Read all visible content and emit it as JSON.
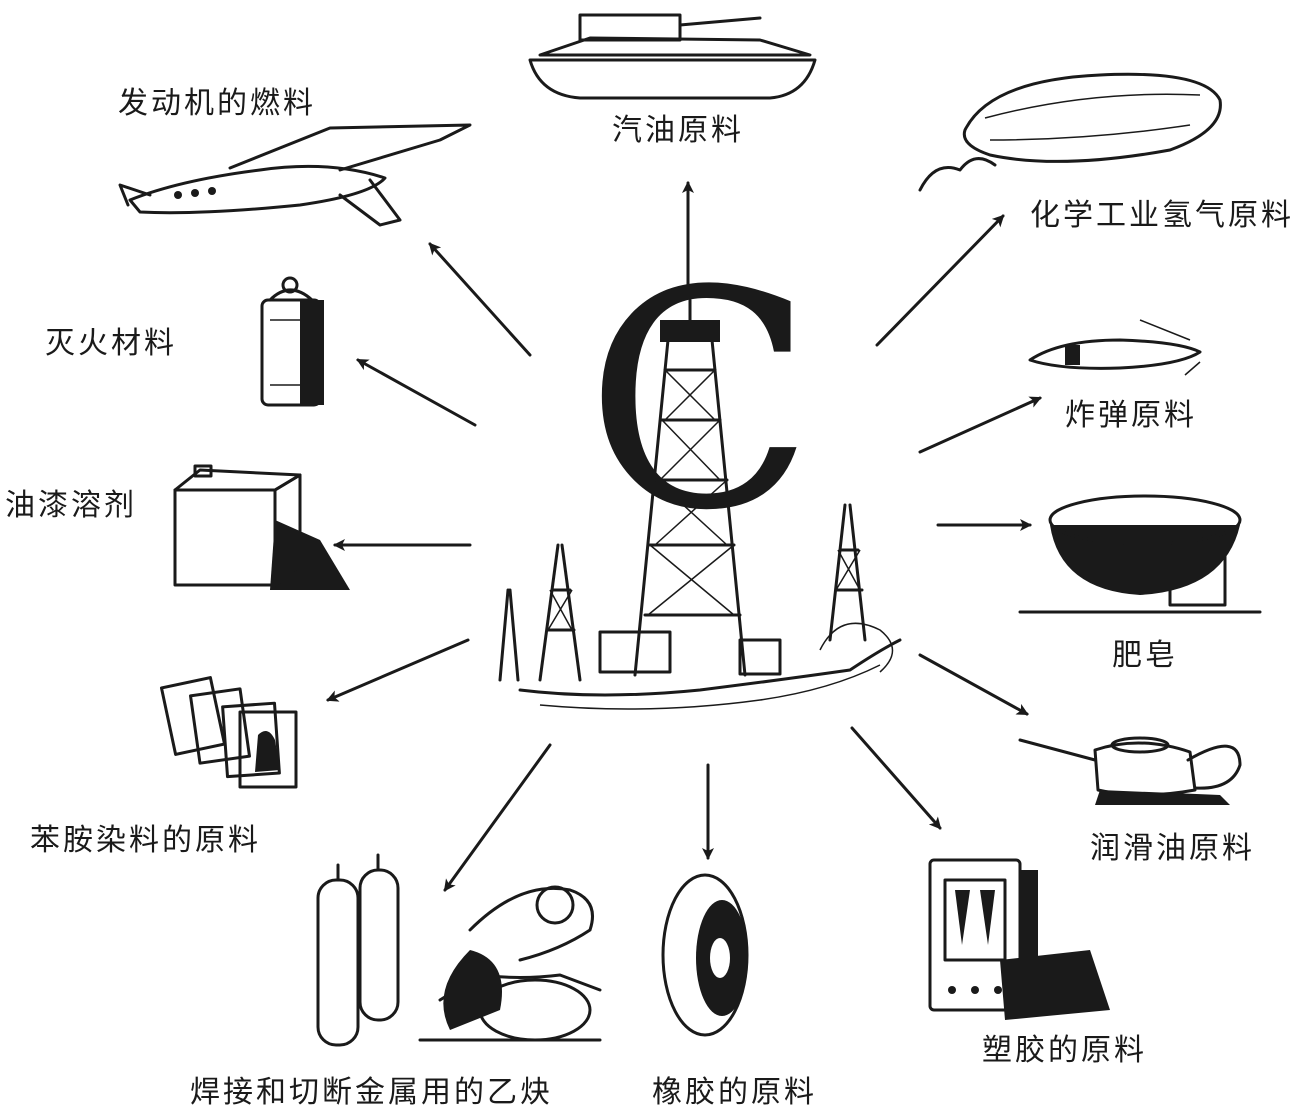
{
  "center": {
    "symbol": "C"
  },
  "products": [
    {
      "id": "engine_fuel",
      "label": "发动机的燃料",
      "icon": "airplane-icon"
    },
    {
      "id": "gasoline",
      "label": "汽油原料",
      "icon": "tank-icon"
    },
    {
      "id": "hydrogen",
      "label": "化学工业氢气原料",
      "icon": "airship-icon"
    },
    {
      "id": "fire",
      "label": "灭火材料",
      "icon": "fire-extinguisher-icon"
    },
    {
      "id": "bomb",
      "label": "炸弹原料",
      "icon": "bomb-icon"
    },
    {
      "id": "paint_solvent",
      "label": "油漆溶剂",
      "icon": "canister-icon"
    },
    {
      "id": "soap",
      "label": "肥皂",
      "icon": "soap-bowl-icon"
    },
    {
      "id": "aniline_dye",
      "label": "苯胺染料的原料",
      "icon": "photo-prints-icon"
    },
    {
      "id": "lubricant",
      "label": "润滑油原料",
      "icon": "oil-can-icon"
    },
    {
      "id": "acetylene",
      "label": "焊接和切断金属用的乙炔",
      "icon": "welder-icon"
    },
    {
      "id": "rubber",
      "label": "橡胶的原料",
      "icon": "tire-icon"
    },
    {
      "id": "plastic",
      "label": "塑胶的原料",
      "icon": "radio-icon"
    }
  ]
}
